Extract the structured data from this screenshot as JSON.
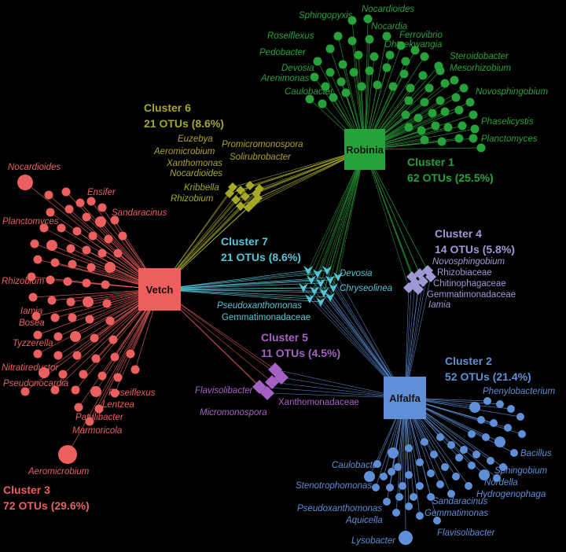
{
  "colors": {
    "background": "#000000",
    "robinia": "#27a23a",
    "vetch": "#ec5f5f",
    "alfalfa": "#5f8fd6",
    "cluster6": "#a7a826",
    "cluster7": "#55c6d8",
    "cluster4": "#9d9ad6",
    "cluster5": "#a661c6"
  },
  "hubs": {
    "robinia": "Robinia",
    "vetch": "Vetch",
    "alfalfa": "Alfalfa"
  },
  "clusters": {
    "c1": {
      "name": "Cluster 1",
      "count": "62 OTUs (25.5%)"
    },
    "c2": {
      "name": "Cluster 2",
      "count": "52 OTUs (21.4%)"
    },
    "c3": {
      "name": "Cluster 3",
      "count": "72 OTUs (29.6%)"
    },
    "c4": {
      "name": "Cluster 4",
      "count": "14 OTUs (5.8%)"
    },
    "c5": {
      "name": "Cluster 5",
      "count": "11 OTUs (4.5%)"
    },
    "c6": {
      "name": "Cluster 6",
      "count": "21 OTUs (8.6%)"
    },
    "c7": {
      "name": "Cluster 7",
      "count": "21 OTUs (8.6%)"
    }
  },
  "labels": {
    "c1": [
      "Sphingopyxis",
      "Nocardioides",
      "Nocardia",
      "Roseiflexus",
      "Ferrovibrio",
      "Pedobacter",
      "Ohtaekwangia",
      "Devosia",
      "Steroidobacter",
      "Mesorhizobium",
      "Arenimonas",
      "Caulobacter",
      "Novosphingobium",
      "Phaselicystis",
      "Planctomyces"
    ],
    "c6": [
      "Euzebya",
      "Aeromicrobium",
      "Promicromonospora",
      "Xanthomonas",
      "Solirubrobacter",
      "Nocardioides",
      "Kribbella",
      "Rhizobium"
    ],
    "c3": [
      "Nocardioides",
      "Ensifer",
      "Sandaracinus",
      "Planctomyces",
      "Rhizobium",
      "Iamia",
      "Bosea",
      "Tyzzerella",
      "Nitratireductor",
      "Pseudonocardia",
      "Roseiflexus",
      "Lentzea",
      "Patulibacter",
      "Marmoricola",
      "Aeromicrobium"
    ],
    "c7": [
      "Devosia",
      "Chryseolinea",
      "Pseudoxanthomonas",
      "Gemmatimonadaceae"
    ],
    "c4": [
      "Novosphingobium",
      "Rhizobiaceae",
      "Chitinophagaceae",
      "Gemmatimonadaceae",
      "Iamia"
    ],
    "c5": [
      "Flavisolibacter",
      "Xanthomonadaceae",
      "Micromonospora"
    ],
    "c2": [
      "Phenylobacterium",
      "Caulobacter",
      "Bacillus",
      "Stenotrophomonas",
      "Sphingobium",
      "Nordella",
      "Hydrogenophaga",
      "Pseudoxanthomonas",
      "Sandaracinus",
      "Aquicella",
      "Gemmatimonas",
      "Lysobacter",
      "Flavisolibacter"
    ]
  }
}
